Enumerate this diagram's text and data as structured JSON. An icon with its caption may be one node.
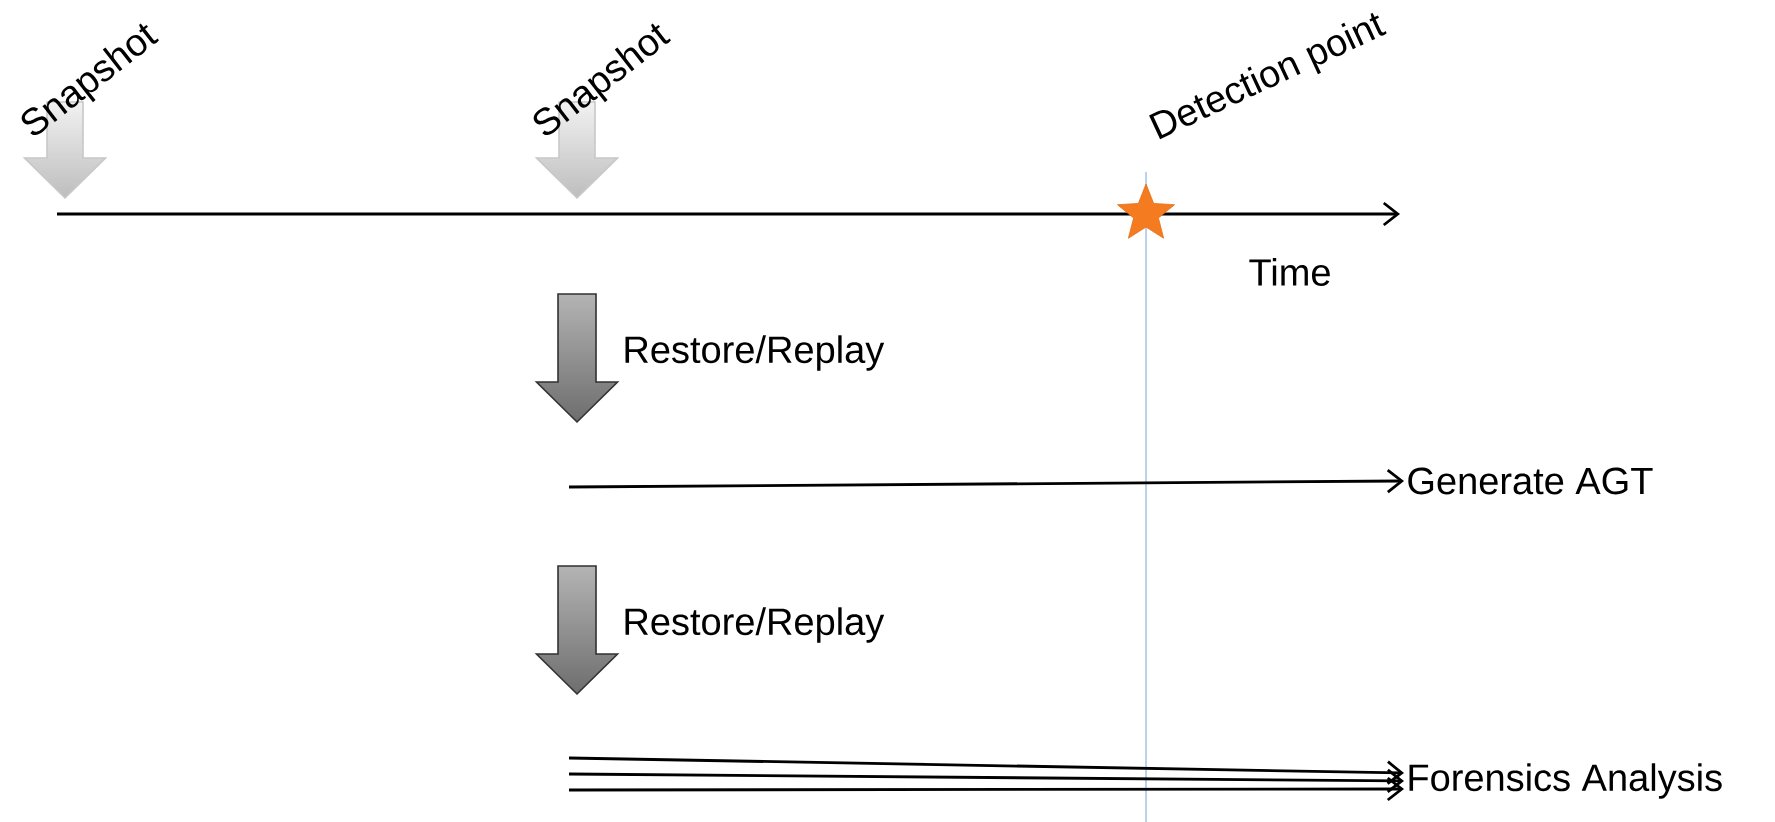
{
  "diagram": {
    "nodes": [
      {
        "text": [],
        "shape": "arrow",
        "beside": [
          "Snapshot"
        ]
      },
      {
        "text": [],
        "shape": "arrow",
        "beside": [
          "Snapshot"
        ]
      },
      {
        "text": [],
        "shape": "star",
        "beside": [
          "Detection point"
        ]
      },
      {
        "text": [],
        "shape": "arrow",
        "beside": [
          "Restore/Replay"
        ]
      },
      {
        "text": [
          "Generate AGT"
        ]
      },
      {
        "text": [],
        "shape": "arrow",
        "beside": [
          "Restore/Replay"
        ]
      },
      {
        "text": [
          "Forensics Analysis"
        ]
      }
    ],
    "edges": [
      {
        "from": null,
        "to": 4,
        "arrow": "to"
      },
      {
        "from": null,
        "to": 6,
        "arrow": "to"
      },
      {
        "from": null,
        "to": 6,
        "arrow": "to"
      },
      {
        "from": null,
        "to": 6,
        "arrow": "to"
      }
    ],
    "labels": [
      "Time"
    ]
  }
}
